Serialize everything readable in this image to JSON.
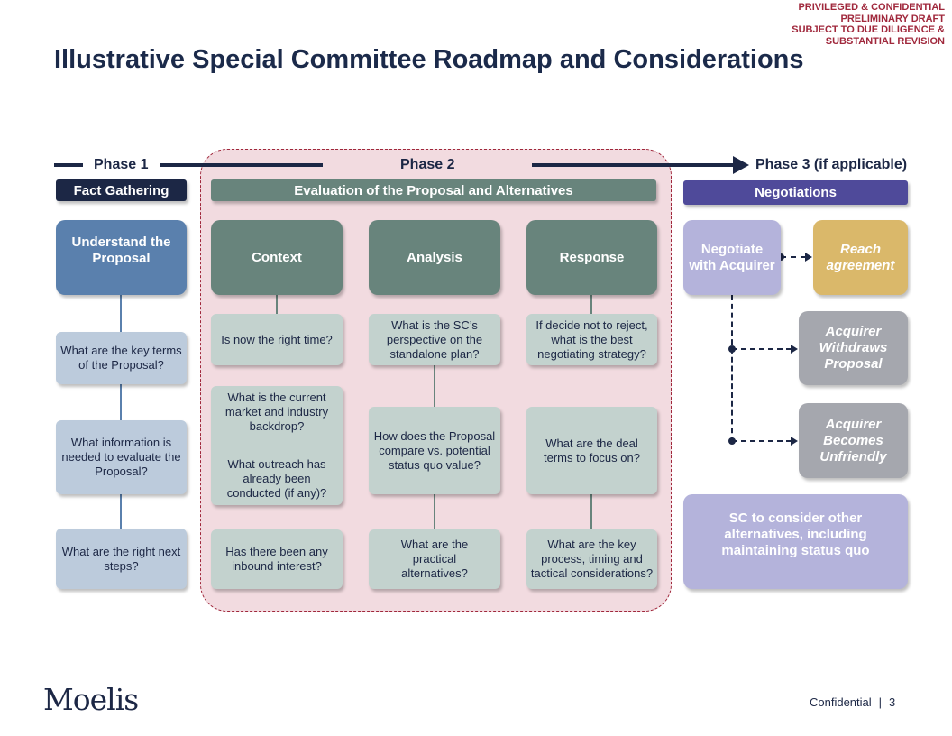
{
  "legal": [
    "PRIVILEGED & CONFIDENTIAL",
    "PRELIMINARY DRAFT",
    "SUBJECT TO DUE DILIGENCE &",
    "SUBSTANTIAL REVISION"
  ],
  "title": "Illustrative Special Committee Roadmap and Considerations",
  "phases": {
    "p1": "Phase 1",
    "p2": "Phase 2",
    "p3": "Phase 3 (if applicable)"
  },
  "bars": {
    "fact": "Fact Gathering",
    "eval": "Evaluation of the Proposal and Alternatives",
    "neg": "Negotiations"
  },
  "phase1": {
    "header": "Understand the Proposal",
    "questions": [
      "What are the key terms of the Proposal?",
      "What information is needed to evaluate the Proposal?",
      "What are the right next steps?"
    ]
  },
  "context": {
    "header": "Context",
    "q1": "Is now the right time?",
    "q2a": "What is the current market and industry backdrop?",
    "q2b": "What outreach has already been conducted (if any)?",
    "q3": "Has there been any inbound interest?"
  },
  "analysis": {
    "header": "Analysis",
    "q1": "What is the SC’s perspective on the standalone plan?",
    "q2": "How does the Proposal compare vs. potential status quo value?",
    "q3": "What are the practical alternatives?"
  },
  "response": {
    "header": "Response",
    "q1": "If decide not to reject, what is the best negotiating strategy?",
    "q2": "What are the deal terms to focus on?",
    "q3": "What are the key process, timing and tactical considerations?"
  },
  "negotiation": {
    "negotiate": "Negotiate with Acquirer",
    "reach": "Reach agreement",
    "withdraws": "Acquirer Withdraws Proposal",
    "unfriendly": "Acquirer Becomes Unfriendly",
    "sc": "SC to consider other alternatives, including maintaining status quo"
  },
  "footer": {
    "logo": "Moelis",
    "confidential": "Confidential",
    "sep": "|",
    "page": "3"
  }
}
